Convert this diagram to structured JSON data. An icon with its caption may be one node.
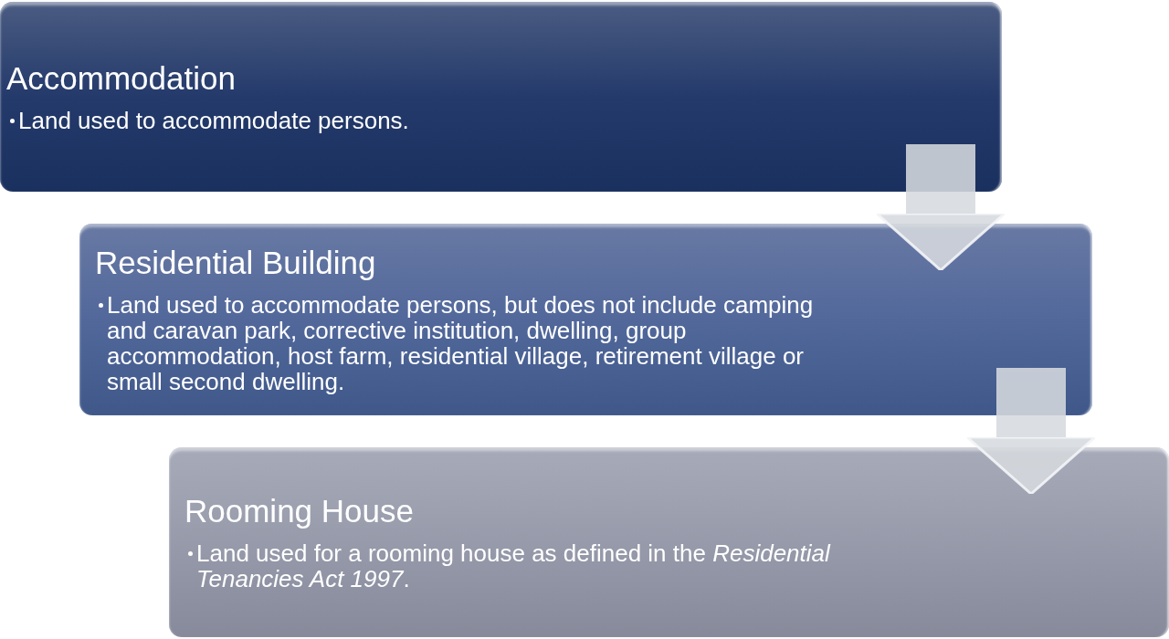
{
  "diagram": {
    "nodes": [
      {
        "text": [
          "Accommodation",
          "Land used to accommodate persons."
        ]
      },
      {
        "text": [
          "Residential Building",
          "Land used to accommodate persons, but does not include camping and caravan park, corrective institution, dwelling, group accommodation, host farm, residential village, retirement village or small second dwelling."
        ]
      },
      {
        "text": [
          "Rooming House",
          "Land used for a rooming house as defined in the *Residential Tenancies Act 1997*."
        ]
      }
    ],
    "edges": [
      {
        "from": 0,
        "to": 1,
        "arrow": "to"
      },
      {
        "from": 1,
        "to": 2,
        "arrow": "to"
      }
    ]
  }
}
